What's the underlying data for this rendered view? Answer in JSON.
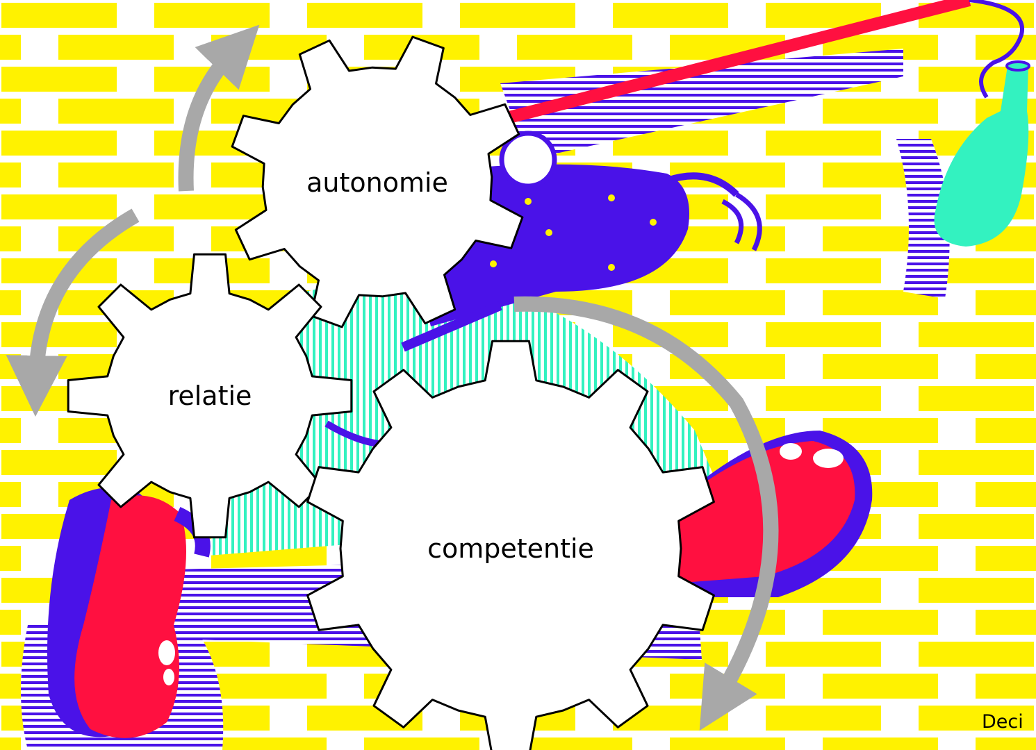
{
  "gears": [
    {
      "name": "autonomie",
      "label": "autonomie"
    },
    {
      "name": "relatie",
      "label": "relatie"
    },
    {
      "name": "competentie",
      "label": "competentie"
    }
  ],
  "footer": {
    "text": "Deci"
  },
  "colors": {
    "brick": "#fff200",
    "mortar": "#ffffff",
    "purple": "#4a12e8",
    "red": "#ff1040",
    "mint": "#33f2c0",
    "arrow": "#a8a8a8",
    "gear_fill": "#ffffff",
    "gear_stroke": "#000000"
  },
  "icons": [
    "brick-wall-background",
    "cartoon-figure-illustration",
    "cycle-arrow-icon",
    "gear-icon"
  ]
}
